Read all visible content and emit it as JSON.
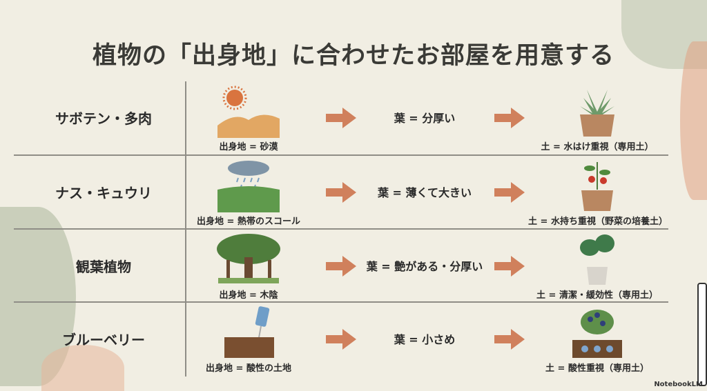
{
  "title": "植物の「出身地」に合わせたお部屋を用意する",
  "colors": {
    "background": "#f1eee3",
    "arrow": "#d0805c",
    "divider": "#8f8d86"
  },
  "rows": [
    {
      "plant": "サボテン・多肉",
      "origin_icon": "desert-icon",
      "origin": "出身地 = 砂漠",
      "leaf": "葉 = 分厚い",
      "soil_icon": "succulent-pot-icon",
      "soil": "土 = 水はけ重視（専用土）"
    },
    {
      "plant": "ナス・キュウリ",
      "origin_icon": "tropical-rain-icon",
      "origin": "出身地 = 熱帯のスコール",
      "leaf": "葉 = 薄くて大きい",
      "soil_icon": "tomato-pot-icon",
      "soil": "土 = 水持ち重視（野菜の培養土）"
    },
    {
      "plant": "観葉植物",
      "origin_icon": "tree-shade-icon",
      "origin": "出身地 = 木陰",
      "leaf": "葉 = 艶がある・分厚い",
      "soil_icon": "monstera-pot-icon",
      "soil": "土 = 清潔・緩効性（専用土）"
    },
    {
      "plant": "ブルーベリー",
      "origin_icon": "ph-meter-icon",
      "origin": "出身地 = 酸性の土地",
      "leaf": "葉 = 小さめ",
      "soil_icon": "blueberry-soil-icon",
      "soil": "土 = 酸性重視（専用土）"
    }
  ],
  "watermark": "NotebookLM"
}
